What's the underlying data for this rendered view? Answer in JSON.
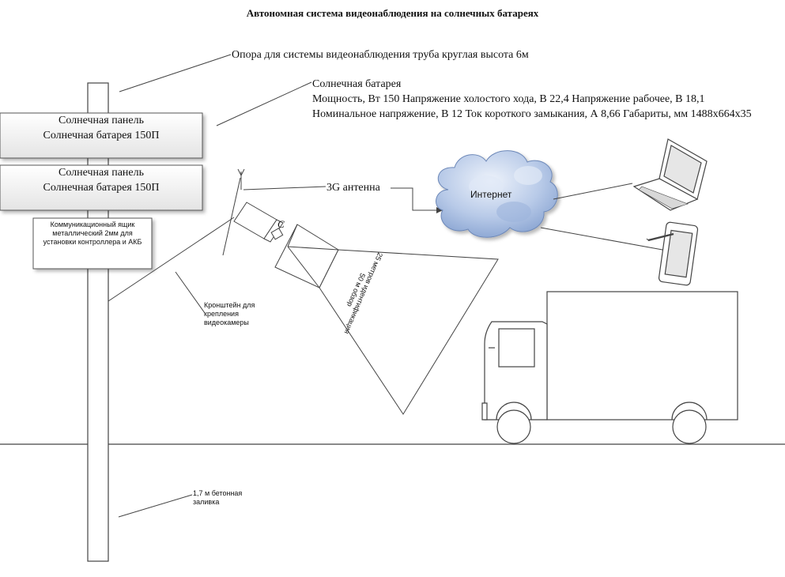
{
  "title": "Автономная система видеонаблюдения на солнечных батареях",
  "labels": {
    "pole": "Опора для системы видеонаблюдения труба круглая высота 6м",
    "solar_title": "Солнечная батарея",
    "solar_specs": "Мощность, Вт 150 Напряжение холостого хода, В 22,4 Напряжение рабочее, В 18,1 Номинальное напряжение, В 12 Ток короткого замыкания, А 8,66 Габариты, мм 1488x664x35",
    "antenna": "3G антенна",
    "internet": "Интернет",
    "bracket": "Кронштейн для крепления видеокамеры",
    "concrete": "1,7 м бетонная заливка",
    "camera_letter": "C",
    "range_line1": "25 метров идентификация",
    "range_line2": "50 м обзор"
  },
  "panels": [
    {
      "line1": "Солнечная панель",
      "line2": "Солнечная батарея 150П"
    },
    {
      "line1": "Солнечная панель",
      "line2": "Солнечная батарея 150П"
    }
  ],
  "cabinet": "Коммуникационный ящик металлический 2мм для установки контроллера и АКБ",
  "colors": {
    "stroke": "#3a3a3a",
    "panel_fill_top": "#ffffff",
    "panel_fill_bottom": "#e6e6e6",
    "cloud_light": "#dbe6f5",
    "cloud_mid": "#a9bfe2",
    "cloud_dark": "#7f9ccd"
  }
}
